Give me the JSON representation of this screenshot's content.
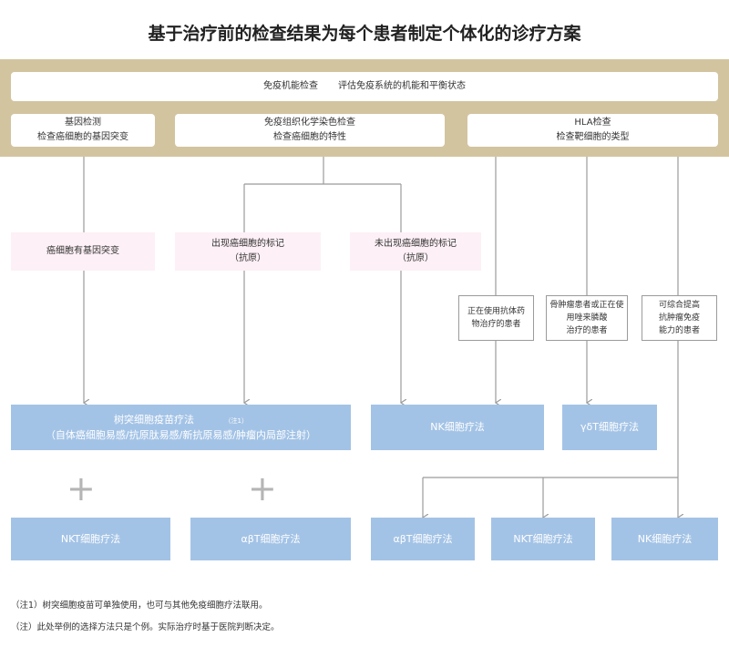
{
  "title": "基于治疗前的检查结果为每个患者制定个体化的诊疗方案",
  "exams": {
    "immune": {
      "name": "免疫机能检查",
      "desc": "评估免疫系统的机能和平衡状态"
    },
    "gene": {
      "name": "基因检测",
      "desc": "检查癌细胞的基因突变"
    },
    "ihc": {
      "name": "免疫组织化学染色检查",
      "desc": "检查癌细胞的特性"
    },
    "hla": {
      "name": "HLA检查",
      "desc": "检查靶细胞的类型"
    }
  },
  "findings": {
    "mutation": "癌细胞有基因突变",
    "marker_present": {
      "line1": "出现癌细胞的标记",
      "line2": "（抗原）"
    },
    "marker_absent": {
      "line1": "未出现癌细胞的标记",
      "line2": "（抗原）"
    }
  },
  "criteria": {
    "antibody": {
      "line1": "正在使用抗体药",
      "line2": "物治疗的患者"
    },
    "myeloma": {
      "line1": "骨肿瘤患者或正在使",
      "line2": "用唑来膦酸",
      "line3": "治疗的患者"
    },
    "improve": {
      "line1": "可综合提高",
      "line2": "抗肿瘤免疫",
      "line3": "能力的患者"
    }
  },
  "therapies": {
    "dendritic": {
      "name": "树突细胞疫苗疗法",
      "note_mark": "（注1）",
      "detail": "（自体癌细胞易感/抗原肽易感/新抗原易感/肿瘤内局部注射）"
    },
    "nk_top": "NK细胞疗法",
    "gd": "γδT细胞疗法",
    "nkt": "NKT细胞疗法",
    "ab_left": "αβT细胞疗法",
    "ab_right": "αβT细胞疗法",
    "nkt_right": "NKT细胞疗法",
    "nk_right": "NK细胞疗法"
  },
  "plus_sign": "+",
  "notes": {
    "note1": "（注1）树突细胞疫苗可单独使用，也可与其他免疫细胞疗法联用。",
    "note2": "（注）此处举例的选择方法只是个例。实际治疗时基于医院判断决定。"
  },
  "colors": {
    "band": "#d3c4a0",
    "pink": "#fdf0f6",
    "blue": "#a3c3e6",
    "line": "#9b9b9b"
  }
}
